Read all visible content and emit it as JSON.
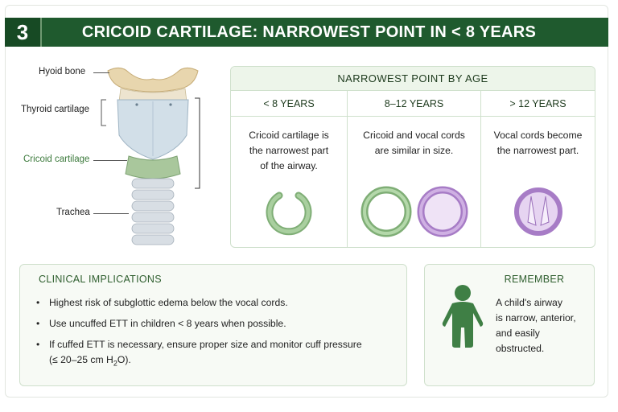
{
  "header": {
    "number": "3",
    "title": "CRICOID CARTILAGE: NARROWEST POINT IN < 8 YEARS"
  },
  "anatomy": {
    "labels": {
      "hyoid": "Hyoid bone",
      "thyroid": "Thyroid cartilage",
      "cricoid": "Cricoid cartilage",
      "trachea": "Trachea"
    }
  },
  "age_panel": {
    "title": "NARROWEST POINT BY AGE",
    "columns": [
      {
        "heading": "< 8 YEARS",
        "lines": [
          "Cricoid cartilage is",
          "the narrowest part",
          "of the airway."
        ]
      },
      {
        "heading": "8–12 YEARS",
        "lines": [
          "Cricoid and vocal cords",
          "are similar in size."
        ]
      },
      {
        "heading": "> 12 YEARS",
        "lines": [
          "Vocal cords become",
          "the narrowest part."
        ]
      }
    ]
  },
  "clinical": {
    "title": "CLINICAL IMPLICATIONS",
    "items": [
      "Highest risk of subglottic edema below the vocal cords.",
      "Use uncuffed ETT in children < 8 years when possible.",
      "If cuffed ETT is necessary, ensure proper size and monitor cuff pressure",
      "(≤ 20–25 cm H",
      "2",
      "O)."
    ]
  },
  "remember": {
    "title": "REMEMBER",
    "lines": [
      "A child's airway",
      "is narrow, anterior,",
      "and easily",
      "obstructed."
    ]
  },
  "colors": {
    "header": "#1f5a2e",
    "green_ring": "#8fbf86",
    "purple_ring": "#b58ad0",
    "icon": "#3f7f45"
  }
}
